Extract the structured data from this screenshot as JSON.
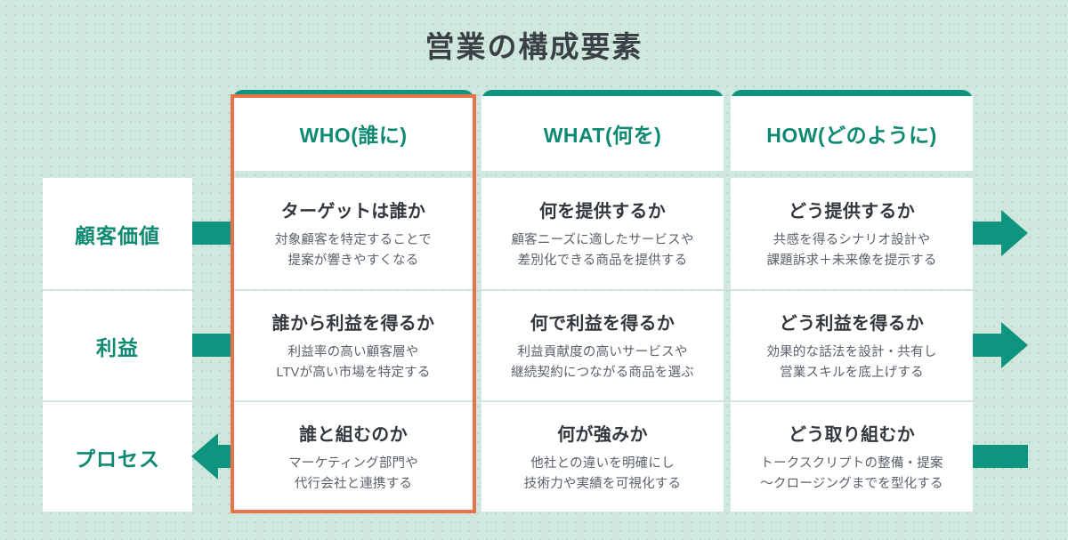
{
  "page": {
    "title": "営業の構成要素",
    "background_color": "#cfe7dc",
    "accent_color": "#0f9480",
    "highlight_color": "#e8734a",
    "heading_text_color": "#0f8a72",
    "body_text_color": "#5a6169"
  },
  "columns": [
    {
      "label": "WHO(誰に)",
      "highlighted": true
    },
    {
      "label": "WHAT(何を)",
      "highlighted": false
    },
    {
      "label": "HOW(どのように)",
      "highlighted": false
    }
  ],
  "rows": [
    {
      "label": "顧客価値",
      "flow": "left-to-right"
    },
    {
      "label": "利益",
      "flow": "left-to-right"
    },
    {
      "label": "プロセス",
      "flow": "right-to-left"
    }
  ],
  "cells": [
    [
      {
        "title": "ターゲットは誰か",
        "desc_line1": "対象顧客を特定することで",
        "desc_line2": "提案が響きやすくなる"
      },
      {
        "title": "何を提供するか",
        "desc_line1": "顧客ニーズに適したサービスや",
        "desc_line2": "差別化できる商品を提供する"
      },
      {
        "title": "どう提供するか",
        "desc_line1": "共感を得るシナリオ設計や",
        "desc_line2": "課題訴求＋未来像を提示する"
      }
    ],
    [
      {
        "title": "誰から利益を得るか",
        "desc_line1": "利益率の高い顧客層や",
        "desc_line2": "LTVが高い市場を特定する"
      },
      {
        "title": "何で利益を得るか",
        "desc_line1": "利益貢献度の高いサービスや",
        "desc_line2": "継続契約につながる商品を選ぶ"
      },
      {
        "title": "どう利益を得るか",
        "desc_line1": "効果的な話法を設計・共有し",
        "desc_line2": "営業スキルを底上げする"
      }
    ],
    [
      {
        "title": "誰と組むのか",
        "desc_line1": "マーケティング部門や",
        "desc_line2": "代行会社と連携する"
      },
      {
        "title": "何が強みか",
        "desc_line1": "他社との違いを明確にし",
        "desc_line2": "技術力や実績を可視化する"
      },
      {
        "title": "どう取り組むか",
        "desc_line1": "トークスクリプトの整備・提案",
        "desc_line2": "〜クロージングまでを型化する"
      }
    ]
  ]
}
